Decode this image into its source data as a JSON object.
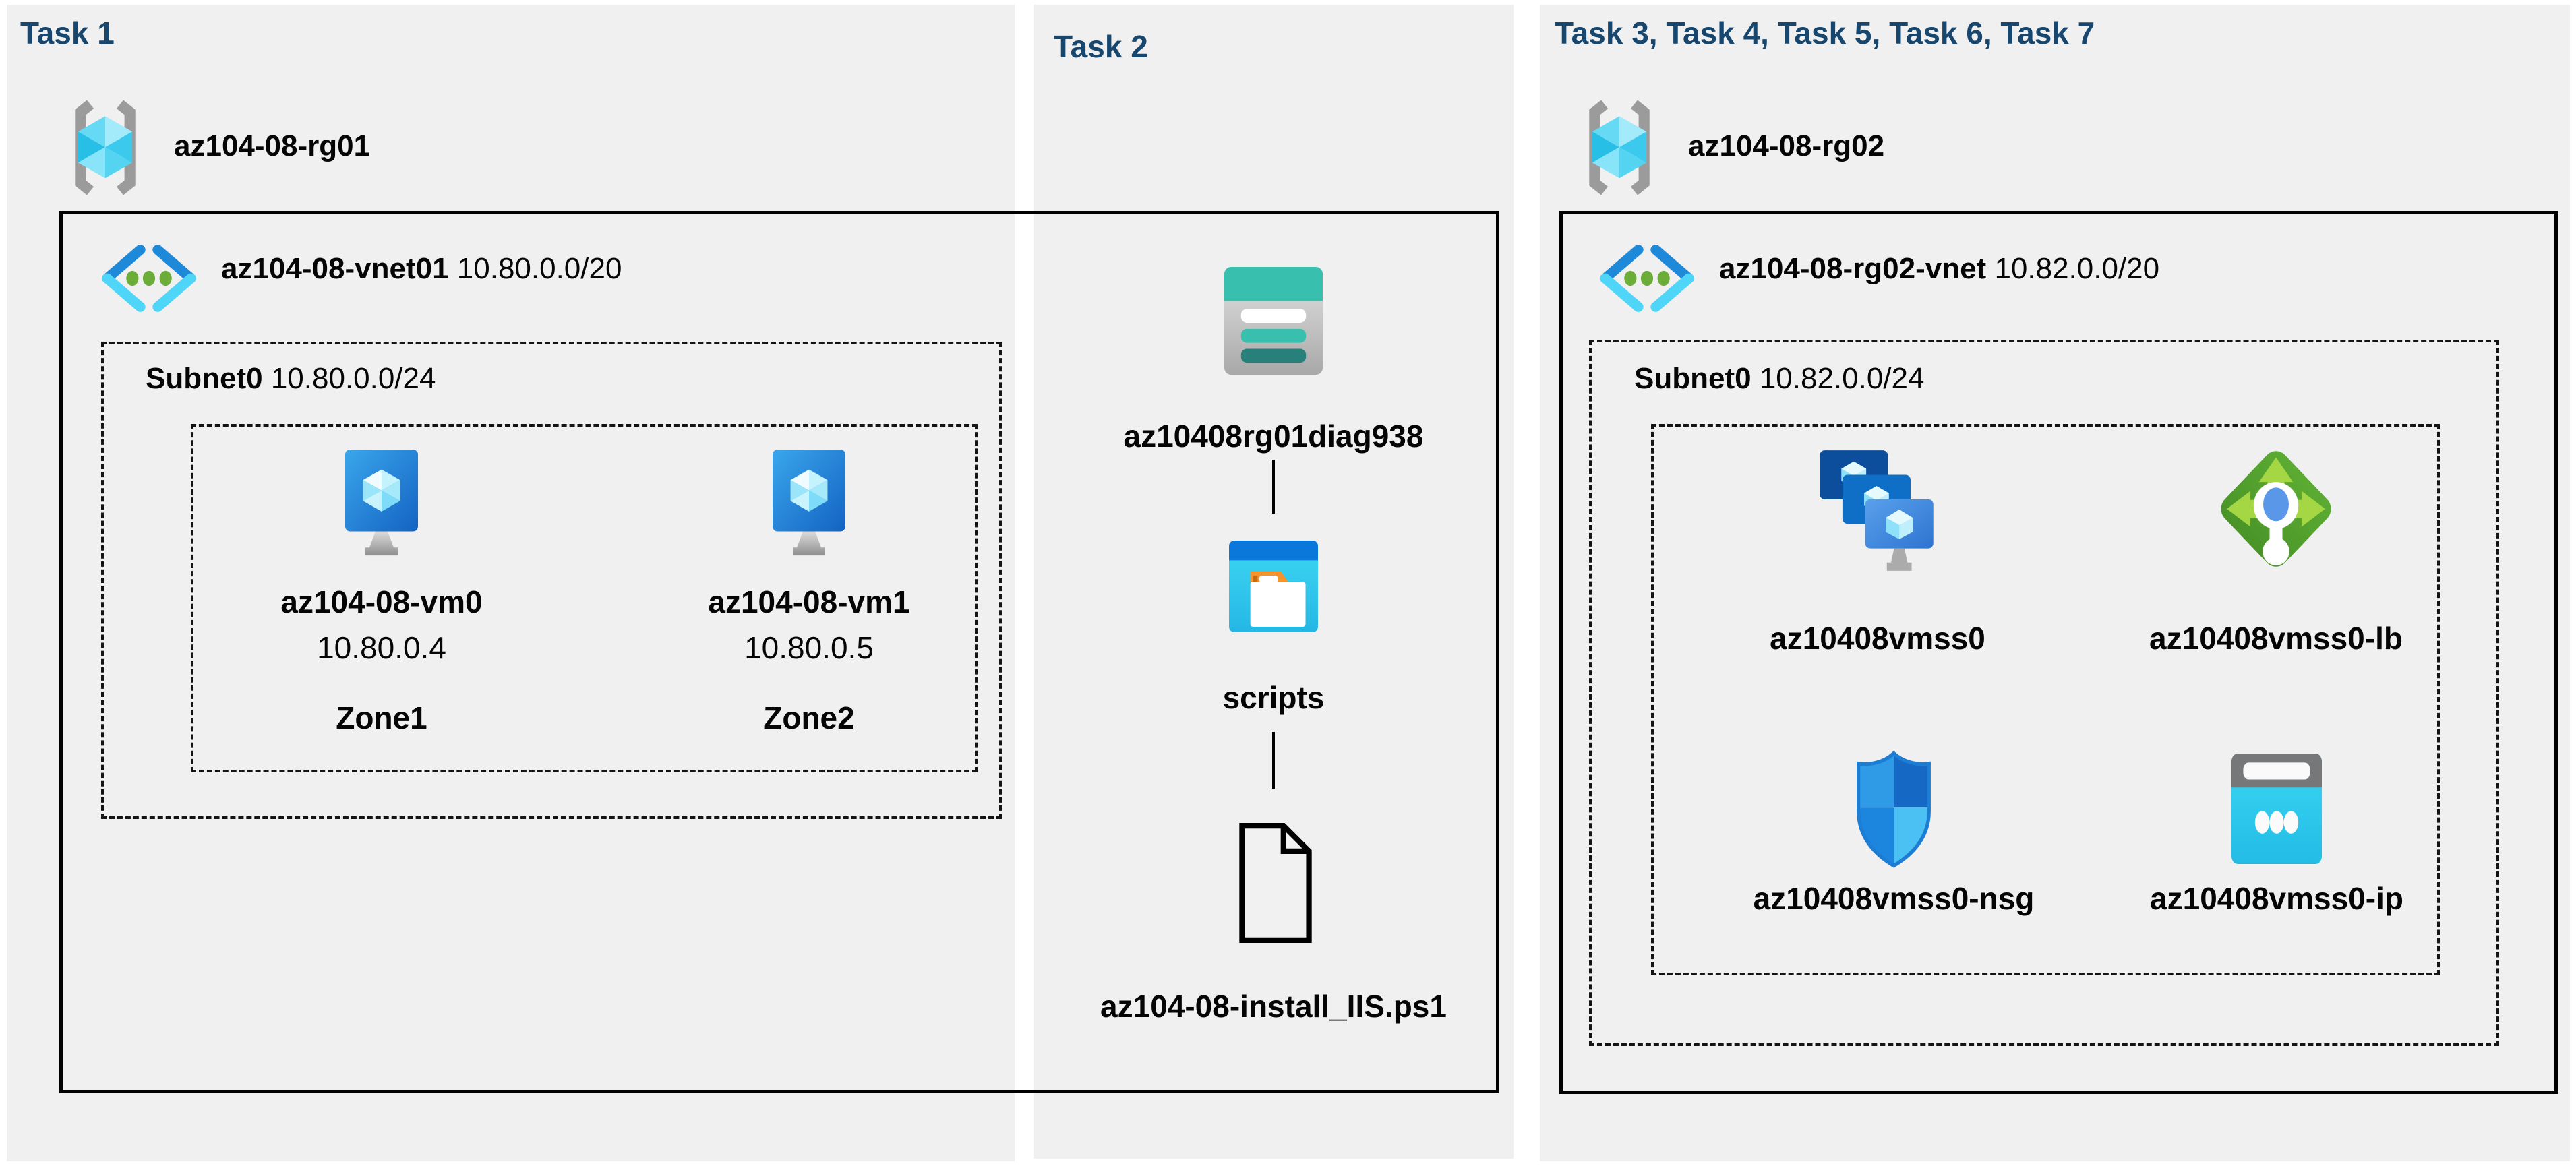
{
  "colors": {
    "page_bg": "#ffffff",
    "panel_bg": "#f0f0f1",
    "title_navy": "#17476E",
    "text": "#050505",
    "storage_teal": "#39BFAE",
    "lb_green": "#55A430",
    "vm_blue": "#1E88D9"
  },
  "panels": {
    "task1": {
      "title": "Task 1",
      "resource_group": "az104-08-rg01",
      "vnet": {
        "name": "az104-08-vnet01",
        "cidr": "10.80.0.0/20"
      },
      "subnet": {
        "name": "Subnet0",
        "cidr": "10.80.0.0/24"
      },
      "vms": [
        {
          "name": "az104-08-vm0",
          "ip": "10.80.0.4",
          "zone": "Zone1"
        },
        {
          "name": "az104-08-vm1",
          "ip": "10.80.0.5",
          "zone": "Zone2"
        }
      ]
    },
    "task2": {
      "title": "Task 2",
      "storage_account": "az10408rg01diag938",
      "container": "scripts",
      "file": "az104-08-install_IIS.ps1"
    },
    "task3": {
      "title": "Task 3, Task 4, Task 5, Task 6, Task 7",
      "resource_group": "az104-08-rg02",
      "vnet": {
        "name": "az104-08-rg02-vnet",
        "cidr": "10.82.0.0/20"
      },
      "subnet": {
        "name": "Subnet0",
        "cidr": "10.82.0.0/24"
      },
      "resources": [
        {
          "name": "az10408vmss0",
          "icon": "vm-scale-set-icon"
        },
        {
          "name": "az10408vmss0-lb",
          "icon": "load-balancer-icon"
        },
        {
          "name": "az10408vmss0-nsg",
          "icon": "network-security-group-icon"
        },
        {
          "name": "az10408vmss0-ip",
          "icon": "public-ip-icon"
        }
      ]
    }
  },
  "icons": [
    "resource-group-icon",
    "virtual-network-icon",
    "virtual-machine-icon",
    "storage-account-icon",
    "blob-container-icon",
    "script-file-icon",
    "vm-scale-set-icon",
    "load-balancer-icon",
    "network-security-group-icon",
    "public-ip-icon"
  ]
}
